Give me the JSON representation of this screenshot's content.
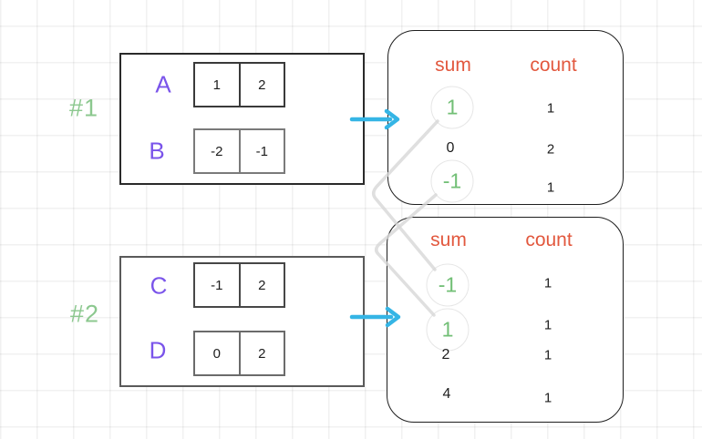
{
  "diagram": {
    "kind": "pairwise-sum-examples",
    "examples": [
      {
        "id_label": "#1",
        "arrays": [
          {
            "name": "A",
            "values": [
              "1",
              "2"
            ]
          },
          {
            "name": "B",
            "values": [
              "-2",
              "-1"
            ]
          }
        ],
        "result_table": {
          "sum_header": "sum",
          "count_header": "count",
          "rows": [
            {
              "sum": "1",
              "count": "1",
              "circled": true
            },
            {
              "sum": "0",
              "count": "2",
              "circled": false
            },
            {
              "sum": "-1",
              "count": "1",
              "circled": true
            }
          ]
        }
      },
      {
        "id_label": "#2",
        "arrays": [
          {
            "name": "C",
            "values": [
              "-1",
              "2"
            ]
          },
          {
            "name": "D",
            "values": [
              "0",
              "2"
            ]
          }
        ],
        "result_table": {
          "sum_header": "sum",
          "count_header": "count",
          "rows": [
            {
              "sum": "-1",
              "count": "1",
              "circled": true
            },
            {
              "sum": "1",
              "count": "1",
              "circled": true
            },
            {
              "sum": "2",
              "count": "1",
              "circled": false
            },
            {
              "sum": "4",
              "count": "1",
              "circled": false
            }
          ]
        }
      }
    ],
    "connections": [
      {
        "from": "example1.sum.1",
        "to": "example2.sum.-1"
      },
      {
        "from": "example1.sum.-1",
        "to": "example2.sum.1"
      }
    ],
    "icons": [
      "arrow-right-icon",
      "connector-line"
    ],
    "colors": {
      "background": "#ffffff",
      "grid_line": "#f1f1f1",
      "example_label_green": "#8cc88f",
      "array_label_purple": "#7a54ea",
      "header_orange": "#e2583e",
      "circled_value_green": "#72bf76",
      "arrow_cyan": "#35b5e5",
      "connector_gray": "#d7d7d7",
      "box_border": "#1e1e1e",
      "text_black": "#1e1e1e"
    }
  }
}
